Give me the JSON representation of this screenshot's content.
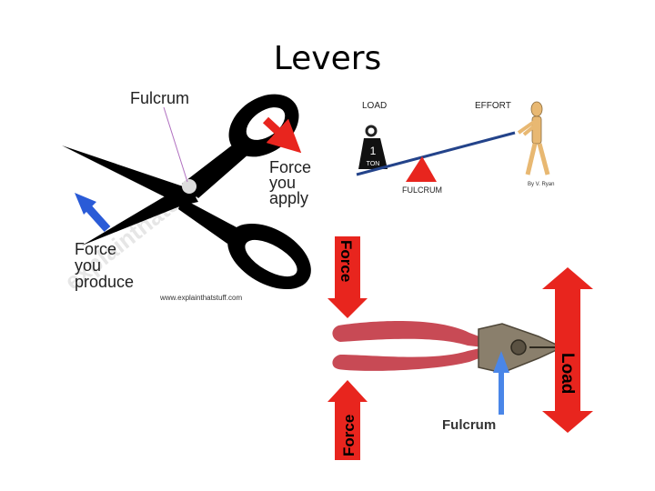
{
  "slide": {
    "title": "Levers"
  },
  "scissors": {
    "fulcrum_label": "Fulcrum",
    "force_apply_label": [
      "Force",
      "you",
      "apply"
    ],
    "force_produce_label": [
      "Force",
      "you",
      "produce"
    ],
    "credit": "www.explainthatstuff.com",
    "watermark": "explainthatstuff",
    "colors": {
      "blade": "#000000",
      "apply_arrow": "#e8251e",
      "produce_arrow": "#2a5bd7"
    }
  },
  "seesaw": {
    "load_label": "LOAD",
    "effort_label": "EFFORT",
    "fulcrum_label": "FULCRUM",
    "weight_number": "1",
    "weight_unit": "TON",
    "credit": "By V. Ryan",
    "colors": {
      "beam": "#23438a",
      "fulcrum": "#e8251e",
      "figure": "#e8b872"
    }
  },
  "pliers": {
    "force_top_label": "Force",
    "force_bottom_label": "Force",
    "load_label": "Load",
    "fulcrum_label": "Fulcrum",
    "colors": {
      "arrow": "#e8251e",
      "fulcrum_arrow": "#4a86e8",
      "handle": "#c84a55",
      "metal": "#8a7f6c"
    }
  }
}
